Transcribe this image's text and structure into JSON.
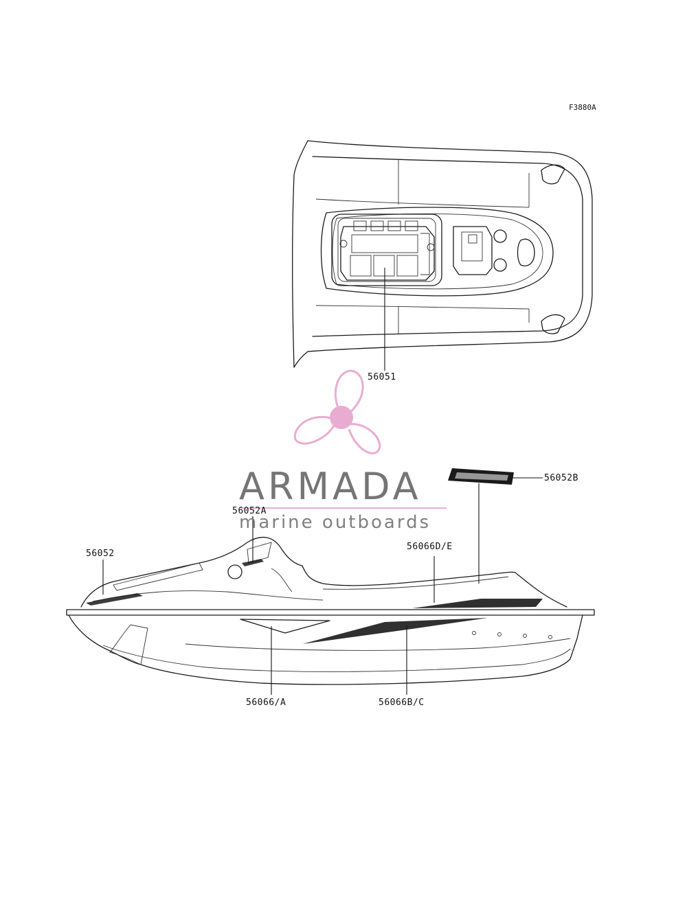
{
  "figure_code": "F3880A",
  "parts": {
    "p56051": "56051",
    "p56052": "56052",
    "p56052A": "56052A",
    "p56052B": "56052B",
    "p56066DE": "56066D/E",
    "p56066A": "56066/A",
    "p56066BC": "56066B/C"
  },
  "watermark": {
    "brand": "ARMADA",
    "tagline": "marine outboards",
    "accent_color": "#e8a8cf",
    "text_color": "#6e6e6e",
    "icon": "propeller-icon"
  }
}
